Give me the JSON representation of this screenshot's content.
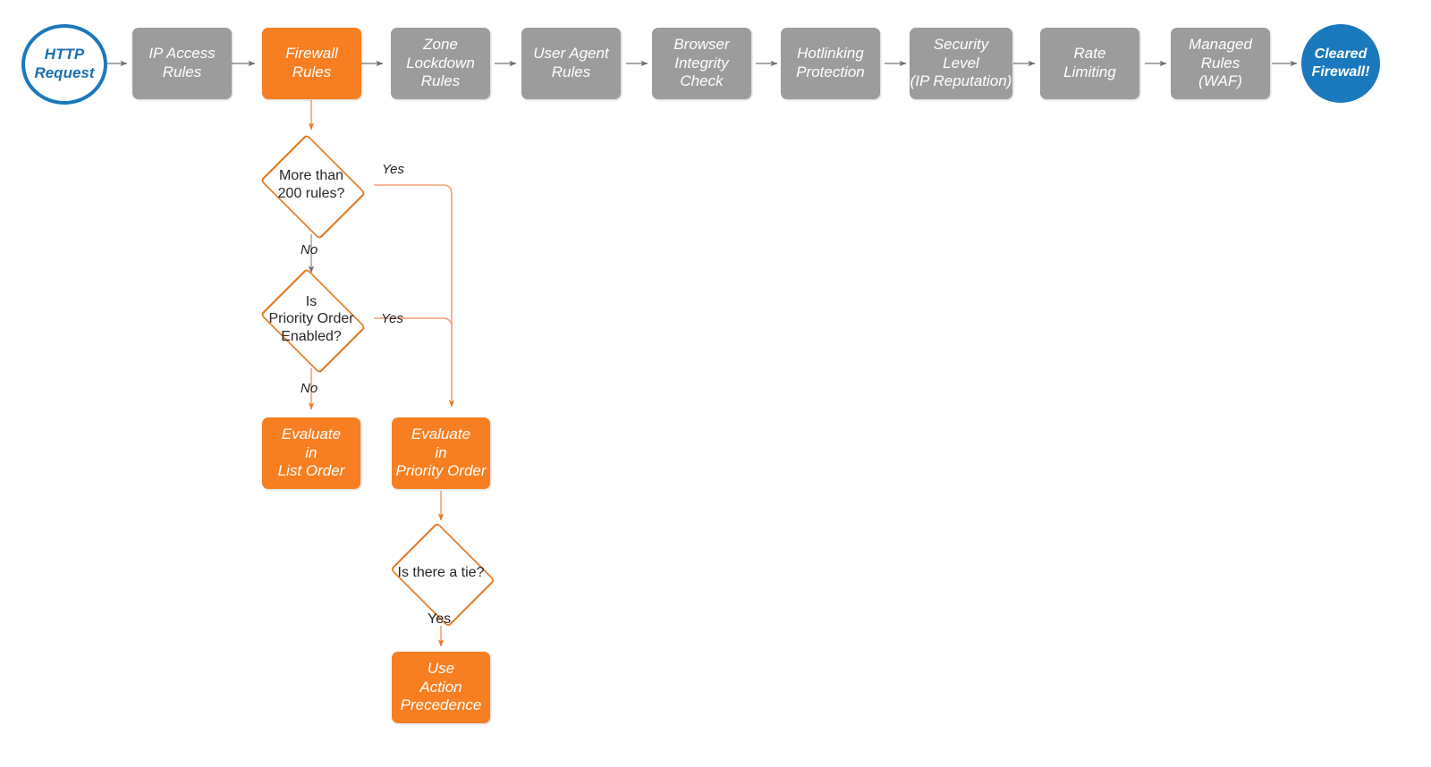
{
  "diagram": {
    "title": "Cloudflare firewall request evaluation order",
    "colors": {
      "stage_gray": "#9c9c9c",
      "stage_orange": "#f77f21",
      "accent_blue": "#1a79bd",
      "diamond_stroke": "#e2761b",
      "connector_gray": "#8c8c8c",
      "connector_orange": "#f3a074"
    }
  },
  "pipeline": {
    "start": {
      "label": "HTTP\nRequest",
      "shape": "circle-outline"
    },
    "stages": [
      {
        "id": "ip-access-rules",
        "label": "IP Access\nRules",
        "state": "inactive"
      },
      {
        "id": "firewall-rules",
        "label": "Firewall\nRules",
        "state": "active"
      },
      {
        "id": "zone-lockdown-rules",
        "label": "Zone\nLockdown\nRules",
        "state": "inactive"
      },
      {
        "id": "user-agent-rules",
        "label": "User Agent\nRules",
        "state": "inactive"
      },
      {
        "id": "browser-integrity",
        "label": "Browser\nIntegrity\nCheck",
        "state": "inactive"
      },
      {
        "id": "hotlinking-protection",
        "label": "Hotlinking\nProtection",
        "state": "inactive"
      },
      {
        "id": "security-level",
        "label": "Security\nLevel\n(IP Reputation)",
        "state": "inactive"
      },
      {
        "id": "rate-limiting",
        "label": "Rate\nLimiting",
        "state": "inactive"
      },
      {
        "id": "managed-rules-waf",
        "label": "Managed\nRules\n(WAF)",
        "state": "inactive"
      }
    ],
    "end": {
      "label": "Cleared\nFirewall!",
      "shape": "circle-filled"
    }
  },
  "decisions": [
    {
      "id": "more-than-200-rules",
      "label": "More than\n200 rules?"
    },
    {
      "id": "priority-order-enabled",
      "label": "Is\nPriority Order\nEnabled?"
    },
    {
      "id": "is-there-a-tie",
      "label": "Is there a tie?"
    }
  ],
  "outcomes": [
    {
      "id": "evaluate-list-order",
      "label": "Evaluate\nin\nList Order"
    },
    {
      "id": "evaluate-priority-order",
      "label": "Evaluate\nin\nPriority Order"
    },
    {
      "id": "use-action-precedence",
      "label": "Use\nAction\nPrecedence"
    }
  ],
  "edge_labels": {
    "yes_more_than_200": "Yes",
    "no_more_than_200": "No",
    "yes_priority_order": "Yes",
    "no_priority_order": "No",
    "yes_tie": "Yes"
  }
}
